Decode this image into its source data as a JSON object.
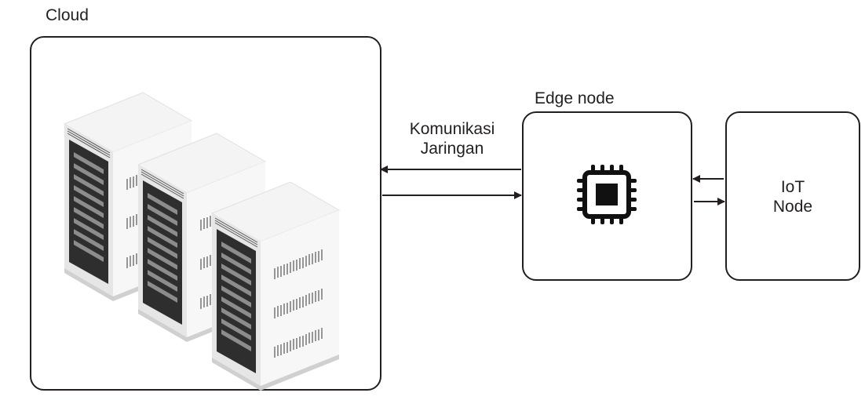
{
  "cloud": {
    "title": "Cloud",
    "icon": "server-rack-icon"
  },
  "edge": {
    "title": "Edge node",
    "icon": "cpu-chip-icon"
  },
  "iot": {
    "line1": "IoT",
    "line2": "Node"
  },
  "link": {
    "line1": "Komunikasi",
    "line2": "Jaringan"
  },
  "colors": {
    "stroke": "#231f20",
    "server_light": "#f2f2f2",
    "server_mid": "#d9d9d9",
    "server_dark": "#3a3a3a"
  }
}
